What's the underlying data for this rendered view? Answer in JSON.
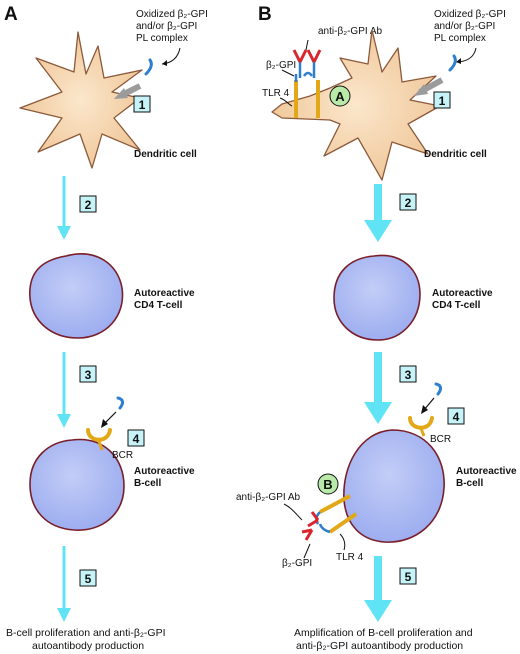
{
  "panels": {
    "a": "A",
    "b": "B"
  },
  "antigen": {
    "line1": "Oxidized β₂-GPI",
    "line2": "and/or β₂-GPI",
    "line3": "PL complex"
  },
  "cells": {
    "dendritic": "Dendritic cell",
    "tcell_line1": "Autoreactive",
    "tcell_line2": "CD4 T-cell",
    "bcell_line1": "Autoreactive",
    "bcell_line2": "B-cell"
  },
  "receptors": {
    "bcr": "BCR",
    "tlr4": "TLR 4",
    "b2gpi": "β₂-GPI",
    "anti_ab": "anti-β₂-GPI Ab"
  },
  "steps": [
    "1",
    "2",
    "3",
    "4",
    "5"
  ],
  "mechanisms": {
    "a": "A",
    "b": "B"
  },
  "captions": {
    "a_line1": "B-cell proliferation and anti-β₂-GPI",
    "a_line2": "autoantibody production",
    "b_line1": "Amplification of B-cell proliferation and",
    "b_line2": "anti-β₂-GPI autoantibody production"
  },
  "colors": {
    "dendritic_fill": "#f7d9b2",
    "cell_fill": "#a9b8f2",
    "cell_outline": "#7a1f2a",
    "arrow": "#5fe3f5",
    "step_box": "#c5f3f8",
    "antibody": "#d9262c",
    "b2gpi_strand": "#2f7fd1",
    "receptor": "#e3a817",
    "mechanism_circle": "#b9eaa9"
  }
}
